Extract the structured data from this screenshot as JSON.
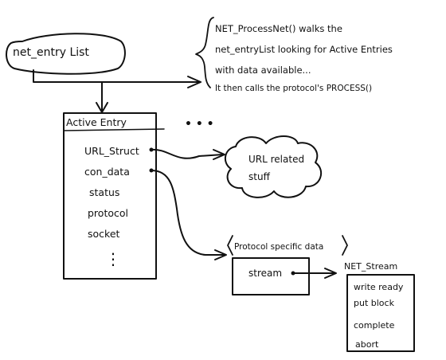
{
  "colors": {
    "ink": "#111111",
    "paper": "#ffffff"
  },
  "net_entry_list": {
    "label": "net_entry List"
  },
  "note": {
    "line1": "NET_ProcessNet() walks the",
    "line2": "net_entryList looking for Active Entries",
    "line3": "with data available...",
    "line4": "It then calls the protocol's PROCESS()"
  },
  "ellipsis": "• • •",
  "active_entry": {
    "title": "Active Entry",
    "fields": [
      "URL_Struct",
      "con_data",
      "status",
      "protocol",
      "socket"
    ],
    "more": "⋮"
  },
  "url_cloud": {
    "line1": "URL related",
    "line2": "stuff"
  },
  "protocol_data": {
    "title": "Protocol specific data",
    "field": "stream"
  },
  "net_stream": {
    "title": "NET_Stream",
    "methods": [
      "write ready",
      "put block",
      "complete",
      "abort"
    ]
  }
}
